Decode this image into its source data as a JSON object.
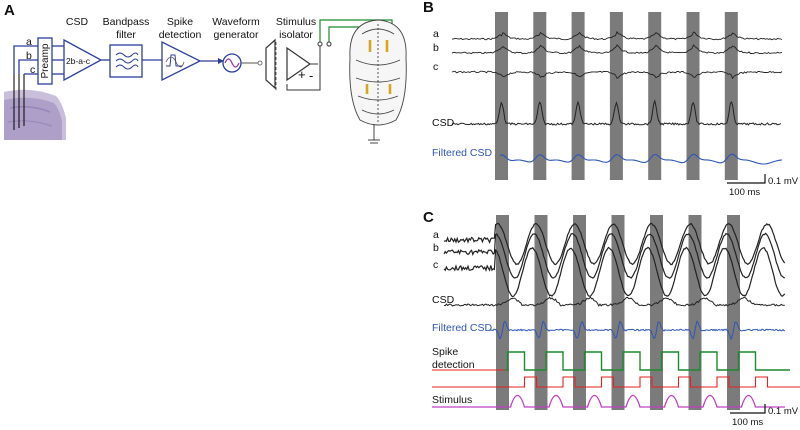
{
  "panels": {
    "a": {
      "letter": "A",
      "stages": {
        "csd": "CSD",
        "bandpass_line1": "Bandpass",
        "bandpass_line2": "filter",
        "spike_line1": "Spike",
        "spike_line2": "detection",
        "waveform_line1": "Waveform",
        "waveform_line2": "generator",
        "stim_line1": "Stimulus",
        "stim_line2": "isolator"
      },
      "preamp": "Preamp",
      "csd_formula": "2b-a-c",
      "electrodes": [
        "a",
        "b",
        "c"
      ],
      "polarity_plus": "+",
      "polarity_minus": "-"
    },
    "b": {
      "letter": "B",
      "trace_labels": [
        "a",
        "b",
        "c",
        "CSD",
        "Filtered CSD"
      ],
      "stimulus_count": 7,
      "scale": {
        "time": "100 ms",
        "voltage": "0.1 mV"
      }
    },
    "c": {
      "letter": "C",
      "trace_labels": [
        "a",
        "b",
        "c",
        "CSD",
        "Filtered CSD"
      ],
      "spike_label_line1": "Spike",
      "spike_label_line2": "detection",
      "stimulus_label": "Stimulus",
      "stimulus_count": 7,
      "scale": {
        "time": "100 ms",
        "voltage": "0.1 mV"
      }
    }
  },
  "colors": {
    "diagram_blue": "#2c3f9e",
    "filtered_csd": "#2e55b8",
    "spike_detection": "#1c8a2e",
    "threshold": "#e52222",
    "stimulus": "#c040c0",
    "stim_bar": "#7b7b7b",
    "electrode_wire": "#1c8a2e",
    "electrode_contact": "#d9a520",
    "polarity_plus": "#e52222"
  }
}
